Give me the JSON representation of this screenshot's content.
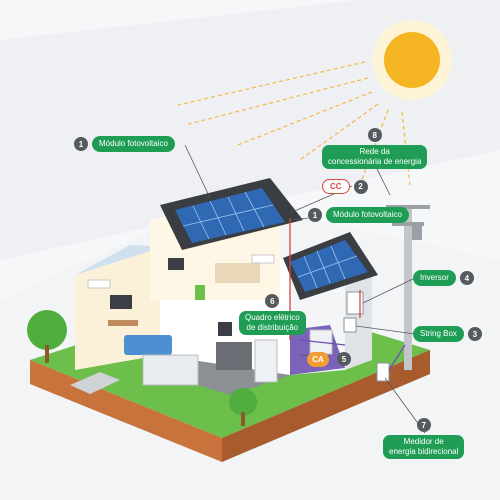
{
  "labels": {
    "l1a": {
      "num": "1",
      "text": "Módulo fotovoltaico"
    },
    "l8": {
      "num": "8",
      "line1": "Rede da",
      "line2": "concessionária de energia"
    },
    "l2": {
      "num": "2",
      "tag": "CC"
    },
    "l1b": {
      "num": "1",
      "text": "Módulo fotovoltaico"
    },
    "l4": {
      "num": "4",
      "text": "Inversor"
    },
    "l6": {
      "num": "6",
      "line1": "Quadro elétrico",
      "line2": "de distribuição"
    },
    "l3": {
      "num": "3",
      "text": "String Box"
    },
    "l5": {
      "num": "5",
      "tag": "CA"
    },
    "l7": {
      "num": "7",
      "line1": "Medidor de",
      "line2": "energia bidirecional"
    }
  },
  "colors": {
    "label_green": "#1f9d55",
    "number_gray": "#555a5f",
    "cc_red": "#d6453d",
    "ca_orange": "#f39c34",
    "sun_yellow": "#f6b623",
    "grass": "#6cbf4b",
    "panel_blue": "#2f69b3"
  }
}
